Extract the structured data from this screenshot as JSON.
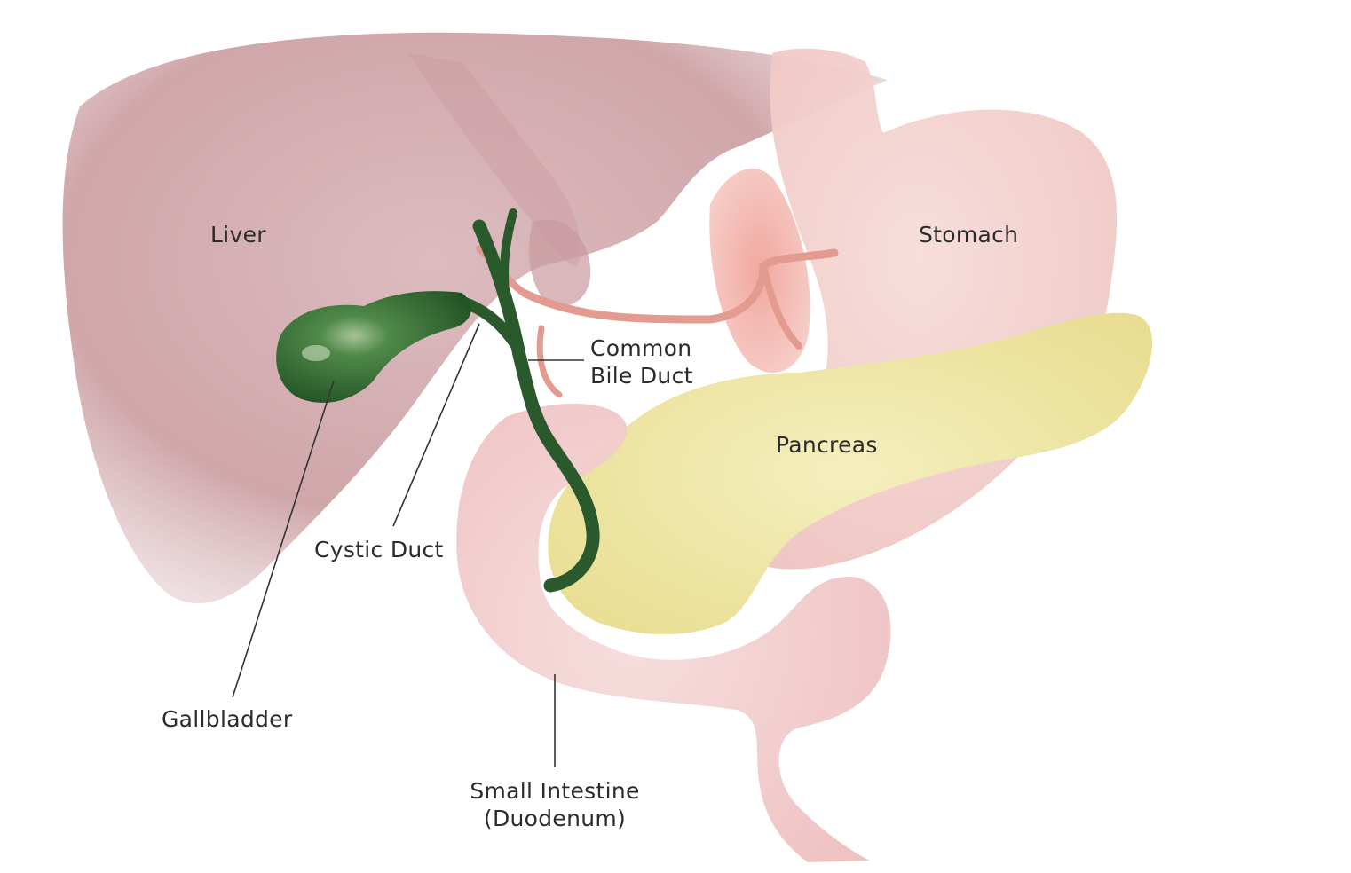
{
  "labels": {
    "liver": "Liver",
    "stomach": "Stomach",
    "common_bile_duct": [
      "Common",
      "Bile Duct"
    ],
    "pancreas": "Pancreas",
    "cystic_duct": "Cystic Duct",
    "gallbladder": "Gallbladder",
    "small_intestine": [
      "Small Intestine",
      "(Duodenum)"
    ]
  },
  "icons": [
    "liver-illustration",
    "stomach-illustration",
    "pancreas-illustration",
    "duodenum-illustration",
    "gallbladder-illustration",
    "bile-duct-illustration",
    "artery-illustration"
  ],
  "colors": {
    "liver": "#d7b3b6",
    "stomach": "#f3d2cf",
    "pancreas": "#efe7a6",
    "duodenum": "#f2cfcf",
    "gallbladder": "#2f6a33",
    "duct": "#2a5a2c",
    "artery": "#e29b8e",
    "leader": "#333333",
    "text": "#2b2b2b"
  }
}
